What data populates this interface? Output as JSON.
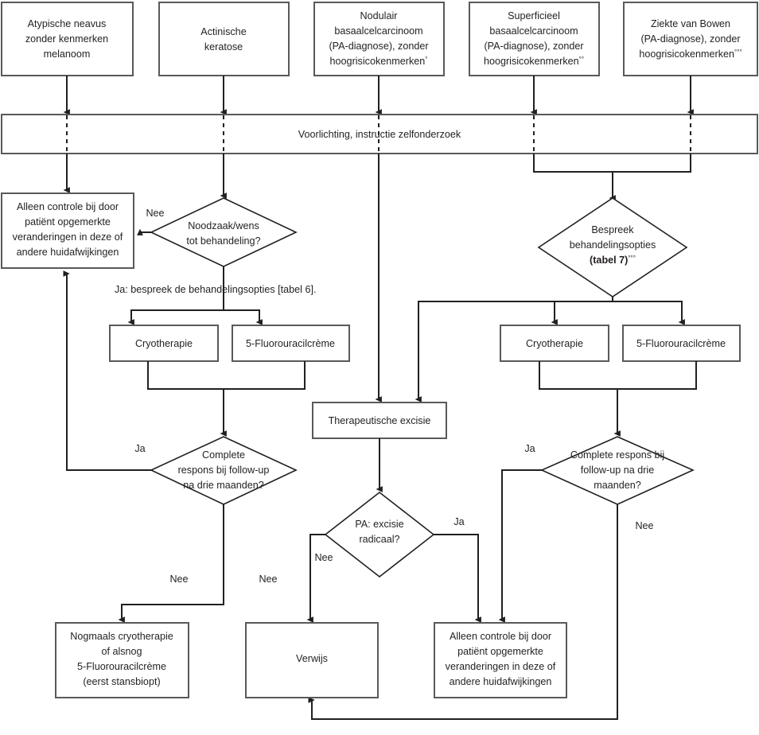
{
  "diagram": {
    "title": "Stroomdiagram huidafwijkingen",
    "language": "nl",
    "colors": {
      "box_stroke": "#58595b",
      "diamond_stroke": "#231f20",
      "line": "#231f20",
      "background": "#ffffff",
      "text": "#231f20"
    }
  },
  "top_nodes": [
    {
      "id": "atypische-naevus",
      "lines": [
        "Atypische neavus",
        "zonder kenmerken",
        "melanoom"
      ]
    },
    {
      "id": "actinische-keratose",
      "lines": [
        "Actinische",
        "keratose"
      ]
    },
    {
      "id": "nodulair-bcc",
      "lines": [
        "Nodulair",
        "basaalcelcarcinoom",
        "(PA-diagnose), zonder",
        "hoogrisicokenmerken"
      ],
      "sup": "°"
    },
    {
      "id": "superficieel-bcc",
      "lines": [
        "Superficieel",
        "basaalcelcarcinoom",
        "(PA-diagnose), zonder",
        "hoogrisicokenmerken"
      ],
      "sup": "°°"
    },
    {
      "id": "ziekte-van-bowen",
      "lines": [
        "Ziekte van Bowen",
        "(PA-diagnose), zonder",
        "hoogrisicokenmerken"
      ],
      "sup": "°°°"
    }
  ],
  "banner": {
    "id": "voorlichting-banner",
    "label": "Voorlichting, instructie zelfonderzoek"
  },
  "nodes": {
    "alleen_controle_left": {
      "id": "alleen-controle-left",
      "lines": [
        "Alleen controle bij door",
        "patiënt opgemerkte",
        "veranderingen in deze of",
        "andere huidafwijkingen"
      ]
    },
    "noodzaak_wens": {
      "id": "noodzaak-wens-decision",
      "lines": [
        "Noodzaak/wens",
        "tot behandeling?"
      ]
    },
    "bespreek_opties": {
      "id": "bespreek-behandelingsopties-decision",
      "lines": [
        "Bespreek",
        "behandelingsopties"
      ],
      "bold_line": "(tabel 7)",
      "sup": "°°°"
    },
    "cryotherapie_left": {
      "id": "cryotherapie-left",
      "label": "Cryotherapie"
    },
    "fluorouracil_left": {
      "id": "fluorouracilcreme-left",
      "label": "5-Fluorouracilcrème"
    },
    "cryotherapie_right": {
      "id": "cryotherapie-right",
      "label": "Cryotherapie"
    },
    "fluorouracil_right": {
      "id": "fluorouracilcreme-right",
      "label": "5-Fluorouracilcrème"
    },
    "therapeutische_excisie": {
      "id": "therapeutische-excisie",
      "label": "Therapeutische excisie"
    },
    "complete_respons_left": {
      "id": "complete-respons-left-decision",
      "lines": [
        "Complete",
        "respons bij follow-up",
        "na drie maanden?"
      ]
    },
    "complete_respons_right": {
      "id": "complete-respons-right-decision",
      "lines": [
        "Complete respons bij",
        "follow-up na drie",
        "maanden?"
      ]
    },
    "pa_excisie_radicaal": {
      "id": "pa-excisie-radicaal-decision",
      "lines": [
        "PA: excisie",
        "radicaal?"
      ]
    },
    "nogmaals_cryotherapie": {
      "id": "nogmaals-cryotherapie",
      "lines": [
        "Nogmaals cryotherapie",
        "of alsnog",
        "5-Fluorouracilcrème",
        "(eerst stansbiopt)"
      ]
    },
    "verwijs": {
      "id": "verwijs",
      "label": "Verwijs"
    },
    "alleen_controle_right": {
      "id": "alleen-controle-right",
      "lines": [
        "Alleen controle bij door",
        "patiënt opgemerkte",
        "veranderingen in deze of",
        "andere huidafwijkingen"
      ]
    }
  },
  "edge_labels": {
    "nee_noodzaak": "Nee",
    "ja_behandelingsopties": "Ja: bespreek de behandelingsopties [tabel 6].",
    "ja_left_followup": "Ja",
    "nee_left_followup_a": "Nee",
    "nee_left_followup_b": "Nee",
    "nee_pa": "Nee",
    "ja_pa": "Ja",
    "ja_right_followup": "Ja",
    "nee_right_followup": "Nee"
  },
  "chart_data": {
    "type": "diagram",
    "kind": "flowchart",
    "orientation": "top-down",
    "node_count": 18,
    "decision_count": 5
  }
}
